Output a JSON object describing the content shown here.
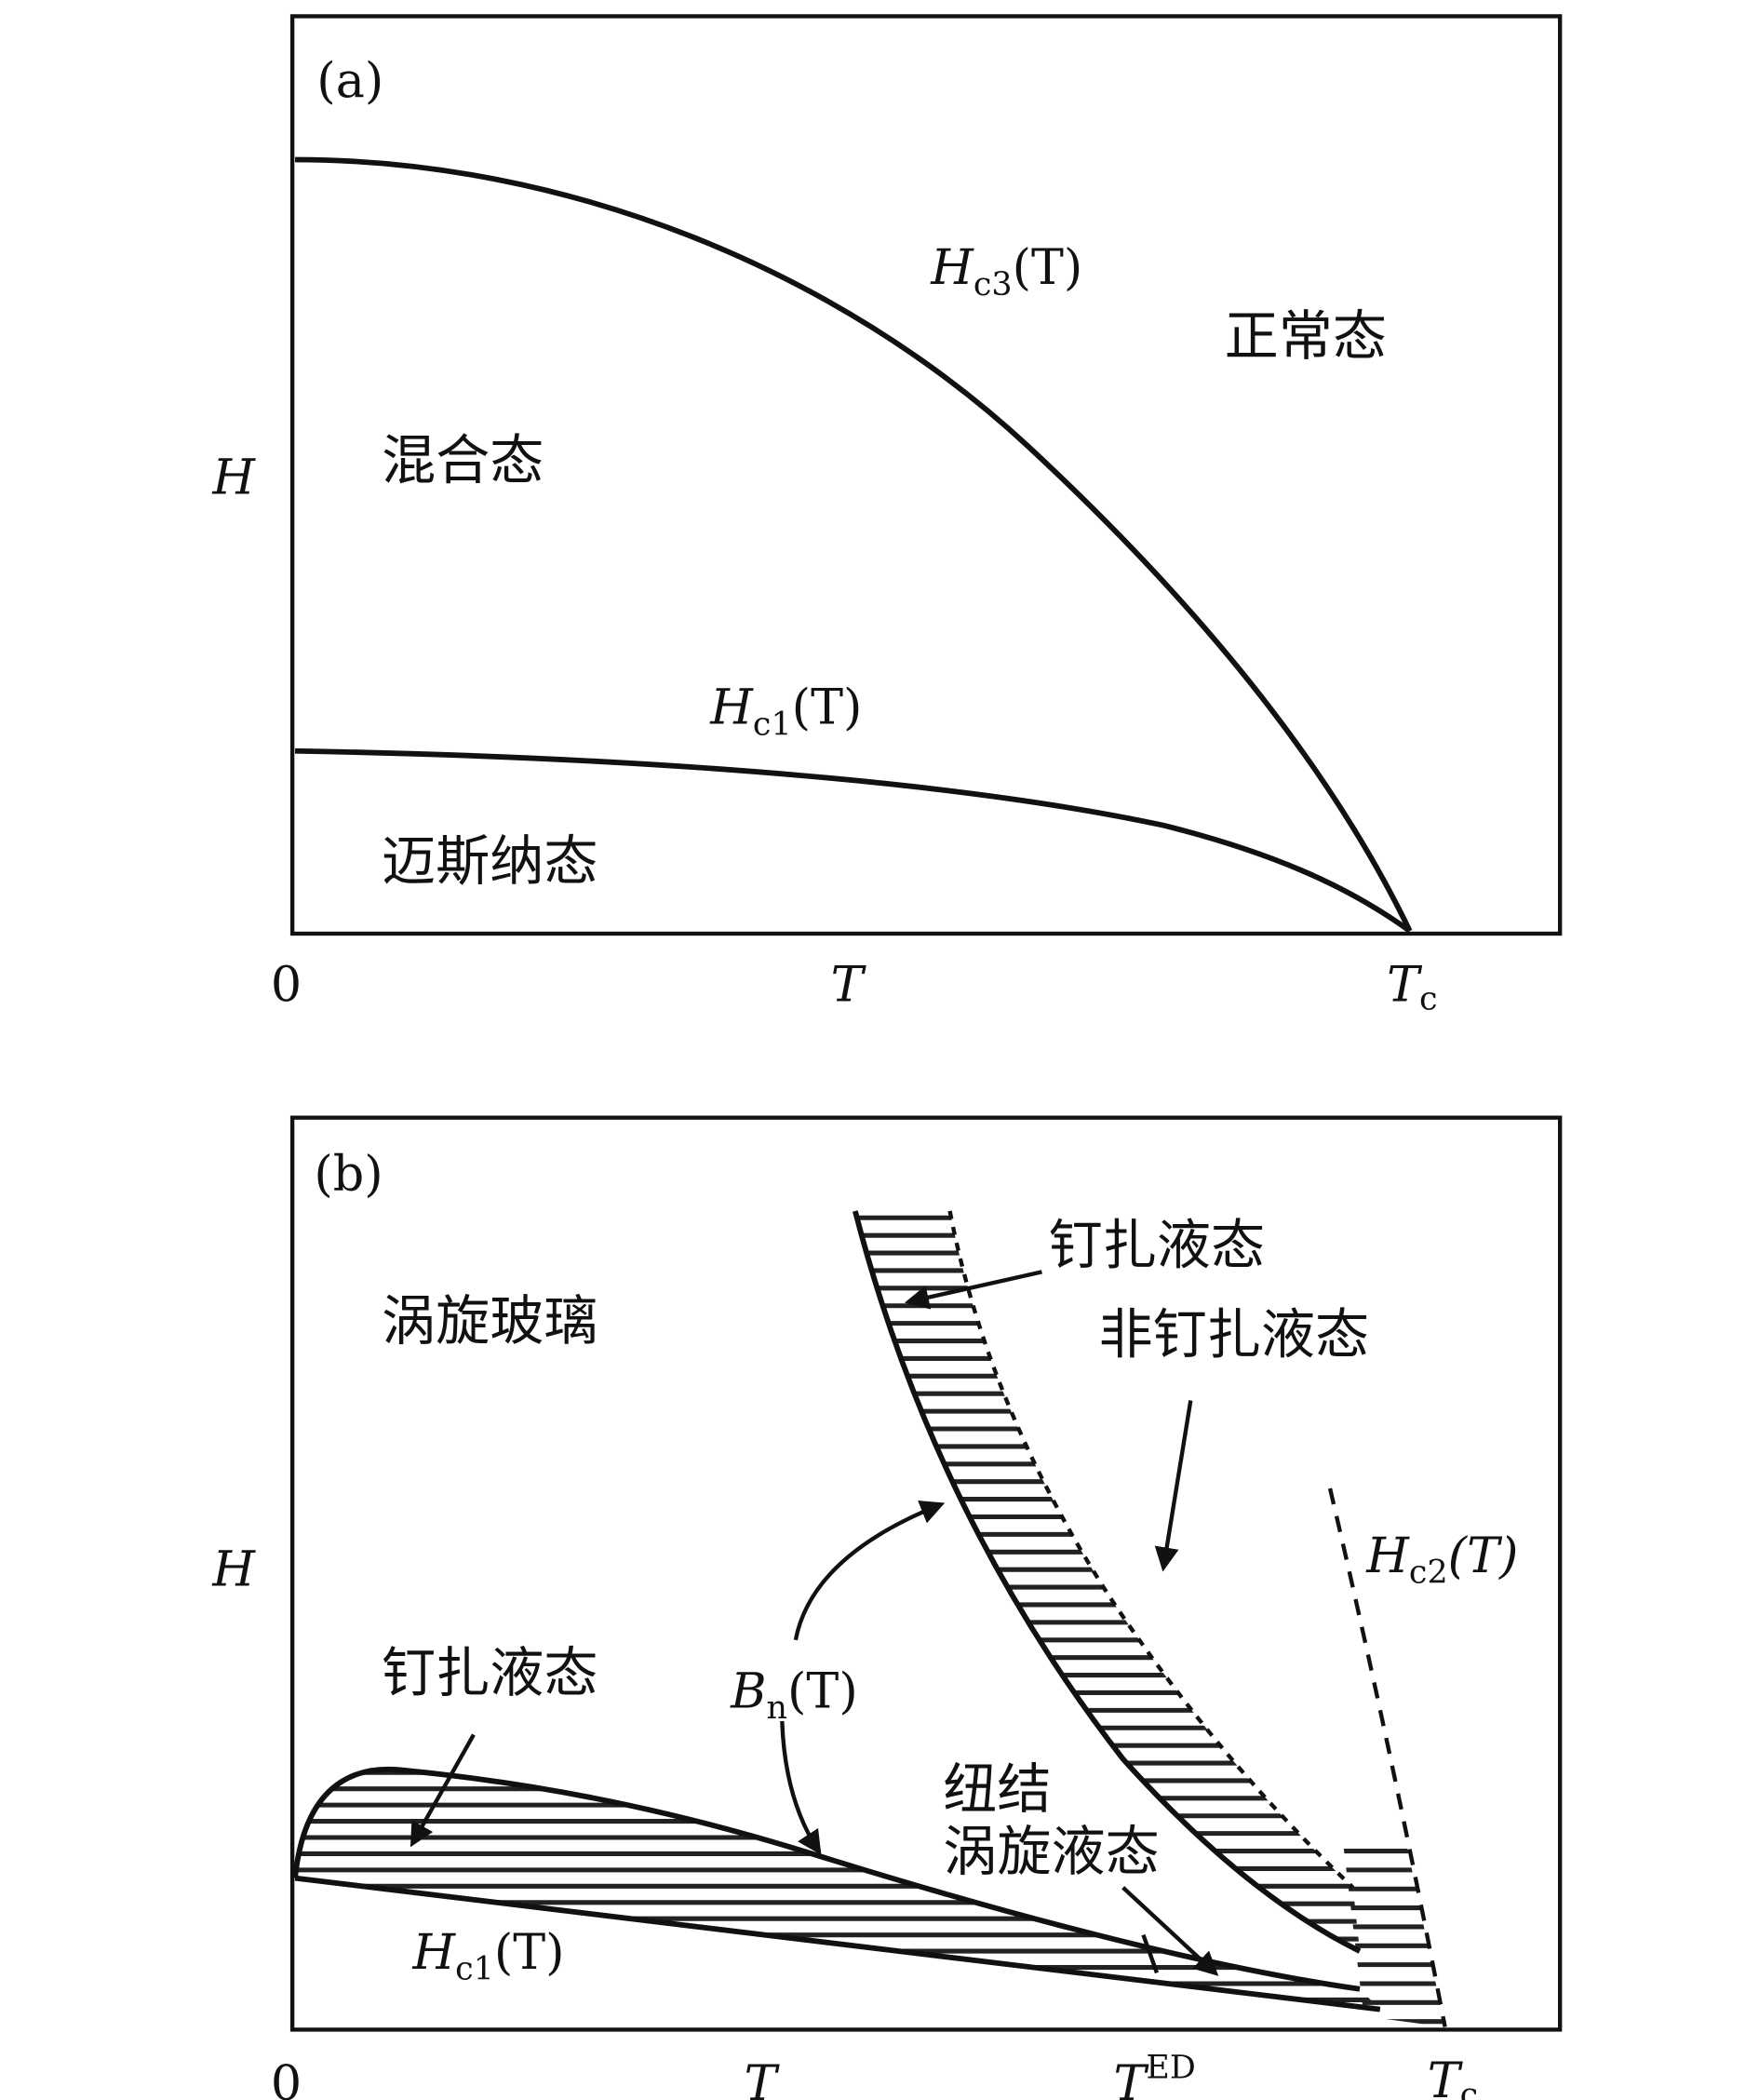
{
  "panel_a": {
    "tag": "(a)",
    "y_axis": "H",
    "x_origin": "0",
    "x_axis": "T",
    "x_end": {
      "main": "T",
      "sub": "c"
    },
    "curve_labels": {
      "hc3": {
        "main": "H",
        "sub": "c3",
        "arg": "(T)"
      },
      "hc1": {
        "main": "H",
        "sub": "c1",
        "arg": "(T)"
      }
    },
    "regions": {
      "normal": "正常态",
      "mixed": "混合态",
      "meissner": "迈斯纳态"
    }
  },
  "panel_b": {
    "tag": "(b)",
    "y_axis": "H",
    "x_origin": "0",
    "x_axis": "T",
    "x_ed": {
      "main": "T",
      "sup": "ED"
    },
    "x_end": {
      "main": "T",
      "sub": "c"
    },
    "curve_labels": {
      "hc2": {
        "main": "H",
        "sub": "c2",
        "arg": "(T)"
      },
      "bn": {
        "main": "B",
        "sub": "n",
        "arg": "(T)"
      },
      "hc1": {
        "main": "H",
        "sub": "c1",
        "arg": "(T)"
      }
    },
    "regions": {
      "pinned_liquid_upper": "钉扎液态",
      "unpinned_liquid": "非钉扎液态",
      "vortex_glass": "涡旋玻璃",
      "pinned_liquid_lower": "钉扎液态",
      "entangled_line1": "纽结",
      "entangled_line2": "涡旋液态"
    }
  }
}
